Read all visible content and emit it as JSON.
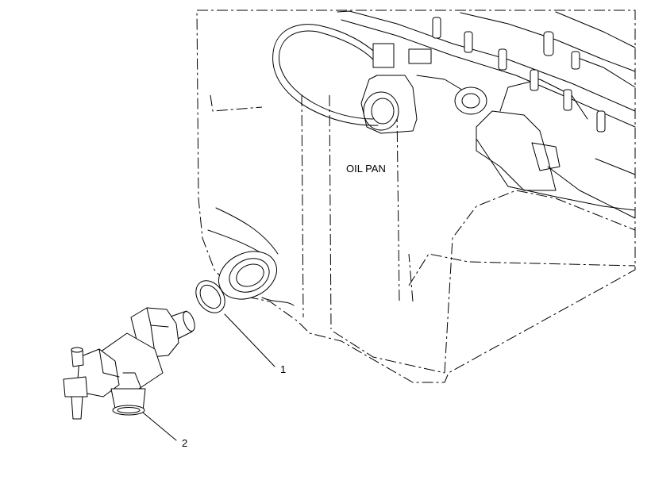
{
  "labels": {
    "oil_pan": "OIL PAN",
    "callout_1": "1",
    "callout_2": "2"
  },
  "colors": {
    "line": "#000000",
    "background": "#ffffff"
  }
}
